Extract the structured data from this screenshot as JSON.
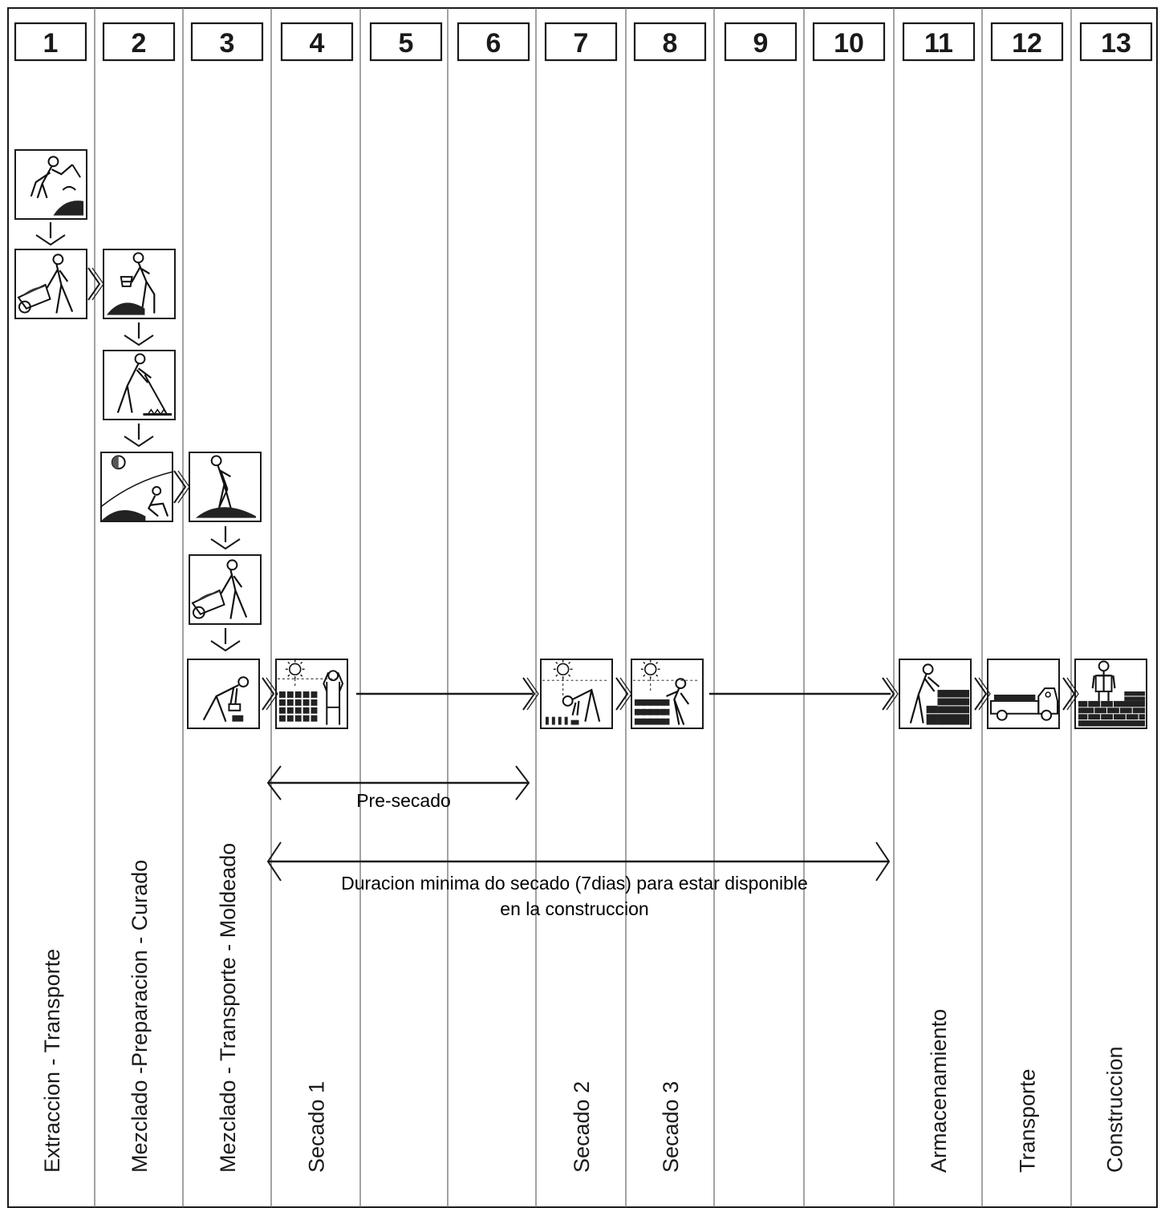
{
  "days": [
    "1",
    "2",
    "3",
    "4",
    "5",
    "6",
    "7",
    "8",
    "9",
    "10",
    "11",
    "12",
    "13"
  ],
  "columns": [
    {
      "label": "Extraccion - Transporte"
    },
    {
      "label": "Mezclado -Preparacion - Curado"
    },
    {
      "label": "Mezclado - Transporte - Moldeado"
    },
    {
      "label": "Secado 1"
    },
    {
      "label": ""
    },
    {
      "label": ""
    },
    {
      "label": "Secado 2"
    },
    {
      "label": "Secado 3"
    },
    {
      "label": ""
    },
    {
      "label": ""
    },
    {
      "label": "Armacenamiento"
    },
    {
      "label": "Transporte"
    },
    {
      "label": "Construccion"
    }
  ],
  "spans": {
    "presecado": "Pre-secado",
    "duracion_line1": "Duracion minima do secado (7dias) para estar disponible",
    "duracion_line2": "en la construccion"
  },
  "steps": [
    {
      "icon": "digging-icon"
    },
    {
      "icon": "wheelbarrow-icon"
    },
    {
      "icon": "pouring-icon"
    },
    {
      "icon": "raking-icon"
    },
    {
      "icon": "curing-night-icon"
    },
    {
      "icon": "shoveling-icon"
    },
    {
      "icon": "wheelbarrow-icon"
    },
    {
      "icon": "molding-icon"
    },
    {
      "icon": "sun-drying-rack-icon"
    },
    {
      "icon": "sun-turning-bricks-icon"
    },
    {
      "icon": "sun-stacking-bricks-icon"
    },
    {
      "icon": "storage-stack-icon"
    },
    {
      "icon": "truck-icon"
    },
    {
      "icon": "brick-wall-icon"
    }
  ],
  "colors": {
    "ink": "#1a1a1a",
    "grid": "#666666",
    "paper": "#ffffff"
  }
}
